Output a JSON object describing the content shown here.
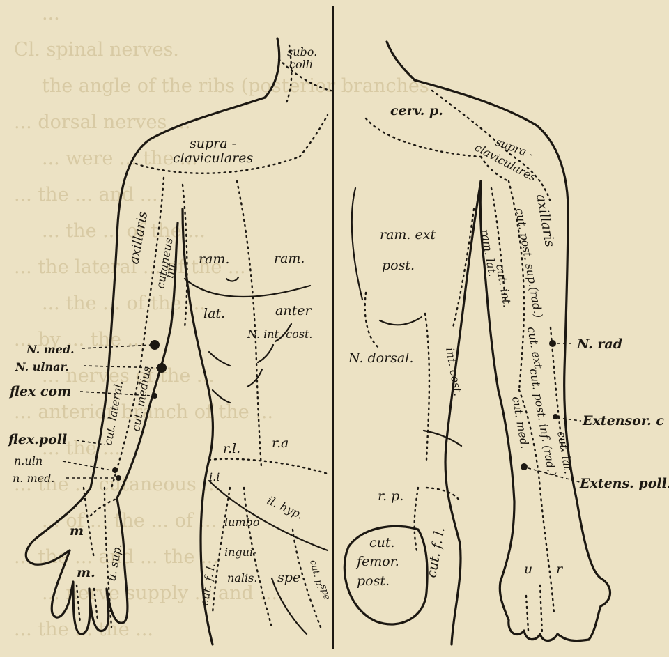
{
  "background_text": [
    "... ",
    "Cl. spinal nerves.",
    "the angle of the ribs (posterior branches",
    "... dorsal nerves ...",
    "... were ... the ...",
    "... the ... and ...",
    "... the ... of the ...",
    "... the lateral ... of the ...",
    "... the ... of the ...",
    "... by ... the ...",
    "... nerves of the ...",
    "... anterior branch of the ...",
    "... the ...",
    "... the ... cutaneous ...",
    "... of ... the ... of ...",
    "... the ... and ... the ...",
    "... nerve supply ... and ...",
    "... the ... the ..."
  ],
  "labels": {
    "subo": "subo.",
    "colli": "colli",
    "supra": "supra -",
    "claviculares": "claviculares",
    "axillaris": "axillaris",
    "cutaneus": "cutaneus",
    "int": "int.",
    "ram_l": "ram.",
    "ram_r": "ram.",
    "lat": "lat.",
    "anter": "anter",
    "n_int_cost": "N. int. cost.",
    "n_med": "N. med.",
    "n_ulnar": "N. ulnar.",
    "flex_com": "flex com",
    "cut_lateral": "cut. lateral.",
    "cut_medius": "cut. medius",
    "flex_poll": "flex.poll",
    "n_uln": "n.uln",
    "n_med2": "n. med.",
    "r_l": "r.l.",
    "r_a": "r.a",
    "il_a": "i.i",
    "il_hyp": "il. hyp.",
    "lumbo": "lumbo",
    "ingui": "ingui-",
    "nalis": "nalis.",
    "cut_f_l_front": "cut. f. l.",
    "spe": "spe",
    "cut_p": "cut. p.",
    "spe2": "spe",
    "m_hand": "m",
    "m_hand2": "m.",
    "u_sup": "u. sup.",
    "cerv_p": "cerv. p.",
    "supra_back": "supra -",
    "claviculares_back": "claviculares",
    "axillaris_back": "axillaris",
    "cut_post_sup": "cut. post. sup.(rad.)",
    "ram_lat": "ram. lat.",
    "cut_int": "cut. int.",
    "ram_ext": "ram. ext",
    "post": "post.",
    "n_dorsal": "N. dorsal.",
    "int_cost": "int. cost.",
    "n_rad": "N. rad",
    "cut_ext": "cut. ext.",
    "cut_post_inf": "cut. post. inf. (rad.)",
    "cut_med": "cut. med.",
    "extensor_c": "Extensor. c",
    "cut_lat": "cut. lat.",
    "extens_poll": "Extens. poll.",
    "r_p": "r. p.",
    "cut_femor_post_1": "cut.",
    "cut_femor_post_2": "femor.",
    "cut_femor_post_3": "post.",
    "cut_f_l_back": "cut. f. l.",
    "u": "u",
    "r": "r"
  },
  "colors": {
    "paper": "#ece2c4",
    "ink": "#1c1812"
  }
}
